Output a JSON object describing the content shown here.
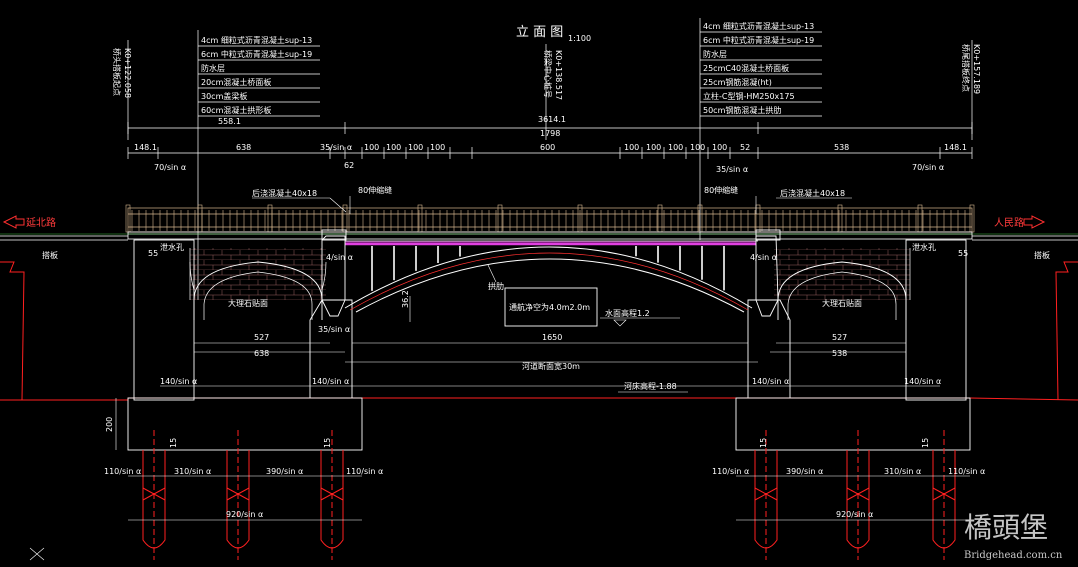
{
  "drawing": {
    "title": "立 面 图",
    "scale": "1:100",
    "direction_left": "延北路",
    "direction_right": "人民路",
    "left_approach": "搭板",
    "right_approach": "搭板"
  },
  "layers_left": [
    "4cm 细粒式沥青混凝土sup-13",
    "6cm 中粒式沥青混凝土sup-19",
    "防水层",
    "20cm混凝土桥面板",
    "30cm盖梁板",
    "60cm混凝土拱形板"
  ],
  "layers_right": [
    "4cm 细粒式沥青混凝土sup-13",
    "6cm 中粒式沥青混凝土sup-19",
    "防水层",
    "25cmC40混凝土桥面板",
    "25cm钢筋混凝(ht)",
    "立柱-C型钢-HM250x175",
    "50cm钢筋混凝土拱肋"
  ],
  "stations": {
    "left": "K0+122.058",
    "left_sub": "桥头搭板起点",
    "center": "K0+138.517",
    "center_sub": "桥梁中心桩号",
    "right": "K0+157.189",
    "right_sub": "桥尾搭板终点"
  },
  "dims": {
    "row1": [
      "558.1",
      "3614.1",
      "1798"
    ],
    "row2": [
      "148.1",
      "638",
      "35/sin α",
      "100",
      "100",
      "100",
      "100",
      "600",
      "100",
      "100",
      "100",
      "100",
      "100",
      "52",
      "538",
      "148.1"
    ],
    "sin70": "70/sin α",
    "d62": "62",
    "d35b": "35/sin α"
  },
  "labels": {
    "rail_left": "后浇混凝土40x18",
    "rail_right": "后浇混凝土40x18",
    "joint_left": "80伸缩缝",
    "joint_right": "80伸缩缝",
    "drain_left": "泄水孔",
    "drain_right": "泄水孔",
    "marble_left": "大理石贴面",
    "marble_right": "大理石贴面",
    "arch": "拱肋",
    "clearance": "通航净空为4.0m2.0m",
    "water_level": "水面高程1.2",
    "rise": "36.2",
    "slope_left": "4/sin α",
    "slope_right": "4/sin α",
    "d35c": "35/sin α",
    "w527": "527",
    "w638": "638",
    "w1650": "1650",
    "w527r": "527",
    "w538r": "538",
    "river": "河道断面宽30m",
    "bed": "河床高程-1.88",
    "f140a": "140/sin α",
    "f140b": "140/sin α",
    "f140c": "140/sin α",
    "f140d": "140/sin α",
    "cap_h": "200",
    "p110l": "110/sin α",
    "p310l": "310/sin α",
    "p390l": "390/sin α",
    "p110l2": "110/sin α",
    "p920l": "920/sin α",
    "p110r": "110/sin α",
    "p390r": "390/sin α",
    "p310r": "310/sin α",
    "p110r2": "110/sin α",
    "p920r": "920/sin α",
    "d15": "15"
  },
  "watermark": {
    "cn": "橋頭堡",
    "url": "Bridgehead.com.cn"
  },
  "colors": {
    "background": "#000000",
    "line_white": "#ffffff",
    "line_red": "#ff2020",
    "text_yellow": "#f0e040",
    "rail": "#d8b890",
    "pink": "#e040e0",
    "dim_green": "#40c040"
  }
}
